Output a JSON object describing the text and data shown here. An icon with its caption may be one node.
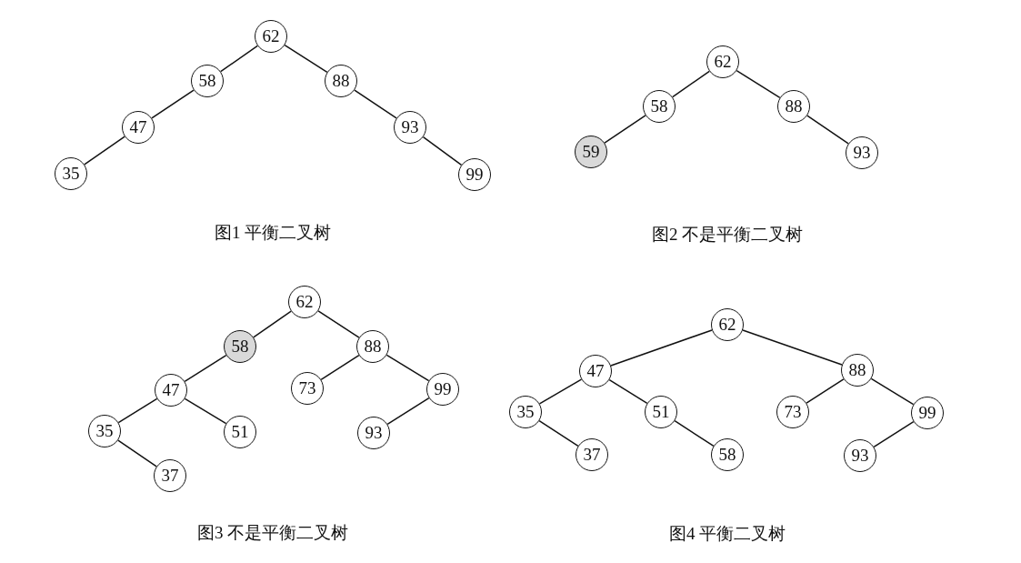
{
  "diagram": {
    "nodes": [
      {
        "text": [
          "62"
        ]
      },
      {
        "text": [
          "58"
        ]
      },
      {
        "text": [
          "88"
        ]
      },
      {
        "text": [
          "47"
        ]
      },
      {
        "text": [
          "93"
        ]
      },
      {
        "text": [
          "35"
        ]
      },
      {
        "text": [
          "99"
        ]
      },
      {
        "text": [
          "62"
        ]
      },
      {
        "text": [
          "58"
        ]
      },
      {
        "text": [
          "88"
        ]
      },
      {
        "text": [
          "59"
        ]
      },
      {
        "text": [
          "93"
        ]
      },
      {
        "text": [
          "62"
        ]
      },
      {
        "text": [
          "58"
        ]
      },
      {
        "text": [
          "88"
        ]
      },
      {
        "text": [
          "47"
        ]
      },
      {
        "text": [
          "73"
        ]
      },
      {
        "text": [
          "99"
        ]
      },
      {
        "text": [
          "35"
        ]
      },
      {
        "text": [
          "51"
        ]
      },
      {
        "text": [
          "93"
        ]
      },
      {
        "text": [
          "37"
        ]
      },
      {
        "text": [
          "62"
        ]
      },
      {
        "text": [
          "47"
        ]
      },
      {
        "text": [
          "88"
        ]
      },
      {
        "text": [
          "35"
        ]
      },
      {
        "text": [
          "51"
        ]
      },
      {
        "text": [
          "73"
        ]
      },
      {
        "text": [
          "99"
        ]
      },
      {
        "text": [
          "37"
        ]
      },
      {
        "text": [
          "58"
        ]
      },
      {
        "text": [
          "93"
        ]
      }
    ],
    "edges": [
      {
        "from": 0,
        "to": 1,
        "arrow": "none"
      },
      {
        "from": 0,
        "to": 2,
        "arrow": "none"
      },
      {
        "from": 1,
        "to": 3,
        "arrow": "none"
      },
      {
        "from": 3,
        "to": 5,
        "arrow": "none"
      },
      {
        "from": 2,
        "to": 4,
        "arrow": "none"
      },
      {
        "from": 4,
        "to": 6,
        "arrow": "none"
      },
      {
        "from": 7,
        "to": 8,
        "arrow": "none"
      },
      {
        "from": 7,
        "to": 9,
        "arrow": "none"
      },
      {
        "from": 8,
        "to": 10,
        "arrow": "none"
      },
      {
        "from": 9,
        "to": 11,
        "arrow": "none"
      },
      {
        "from": 12,
        "to": 13,
        "arrow": "none"
      },
      {
        "from": 12,
        "to": 14,
        "arrow": "none"
      },
      {
        "from": 13,
        "to": 15,
        "arrow": "none"
      },
      {
        "from": 15,
        "to": 18,
        "arrow": "none"
      },
      {
        "from": 15,
        "to": 19,
        "arrow": "none"
      },
      {
        "from": 18,
        "to": 21,
        "arrow": "none"
      },
      {
        "from": 14,
        "to": 16,
        "arrow": "none"
      },
      {
        "from": 14,
        "to": 17,
        "arrow": "none"
      },
      {
        "from": 17,
        "to": 20,
        "arrow": "none"
      },
      {
        "from": 22,
        "to": 23,
        "arrow": "none"
      },
      {
        "from": 22,
        "to": 24,
        "arrow": "none"
      },
      {
        "from": 23,
        "to": 25,
        "arrow": "none"
      },
      {
        "from": 23,
        "to": 26,
        "arrow": "none"
      },
      {
        "from": 25,
        "to": 29,
        "arrow": "none"
      },
      {
        "from": 26,
        "to": 30,
        "arrow": "none"
      },
      {
        "from": 24,
        "to": 27,
        "arrow": "none"
      },
      {
        "from": 24,
        "to": 28,
        "arrow": "none"
      },
      {
        "from": 28,
        "to": 31,
        "arrow": "none"
      }
    ],
    "labels": [
      "图1 平衡二叉树",
      "图2 不是平衡二叉树",
      "图3 不是平衡二叉树",
      "图4 平衡二叉树"
    ]
  }
}
